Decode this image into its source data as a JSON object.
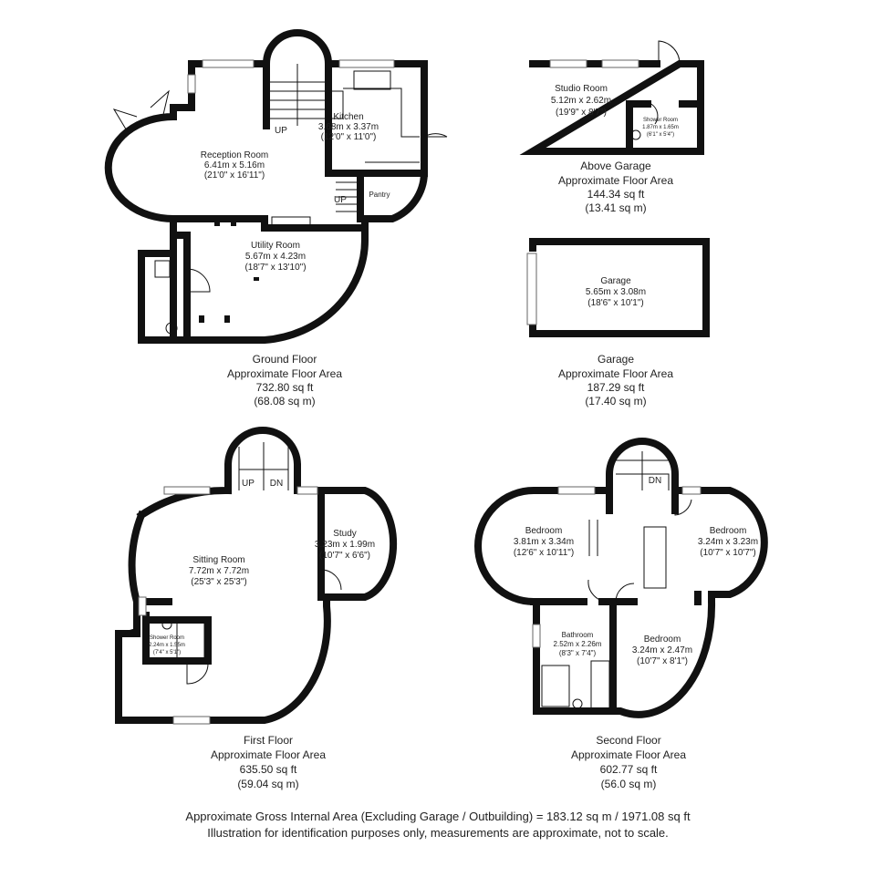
{
  "ground_floor": {
    "rooms": [
      {
        "name": "Reception Room",
        "metric": "6.41m x 5.16m",
        "imperial": "(21'0\" x 16'11\")"
      },
      {
        "name": "Kitchen",
        "metric": "3.68m x 3.37m",
        "imperial": "(12'0\" x 11'0\")"
      },
      {
        "name": "Utility Room",
        "metric": "5.67m x 4.23m",
        "imperial": "(18'7\" x 13'10\")"
      }
    ],
    "pantry": "Pantry",
    "stair_labels": [
      "UP",
      "UP"
    ],
    "caption": {
      "title": "Ground Floor",
      "subtitle": "Approximate Floor Area",
      "sqft": "732.80 sq ft",
      "sqm": "(68.08 sq m)"
    }
  },
  "above_garage": {
    "rooms": [
      {
        "name": "Studio Room",
        "metric": "5.12m x 2.62m",
        "imperial": "(19'9\" x 8'7\")"
      },
      {
        "name": "Shower Room",
        "metric": "1.87m x 1.65m",
        "imperial": "(6'1\" x 5'4\")"
      }
    ],
    "caption": {
      "title": "Above Garage",
      "subtitle": "Approximate Floor Area",
      "sqft": "144.34 sq ft",
      "sqm": "(13.41 sq m)"
    }
  },
  "garage": {
    "rooms": [
      {
        "name": "Garage",
        "metric": "5.65m x 3.08m",
        "imperial": "(18'6\" x 10'1\")"
      }
    ],
    "caption": {
      "title": "Garage",
      "subtitle": "Approximate Floor Area",
      "sqft": "187.29 sq ft",
      "sqm": "(17.40 sq m)"
    }
  },
  "first_floor": {
    "rooms": [
      {
        "name": "Sitting Room",
        "metric": "7.72m x 7.72m",
        "imperial": "(25'3\" x 25'3\")"
      },
      {
        "name": "Study",
        "metric": "3.23m x 1.99m",
        "imperial": "(10'7\" x 6'6\")"
      },
      {
        "name": "Shower Room",
        "metric": "2.24m x 1.55m",
        "imperial": "(7'4\" x 5'1\")"
      }
    ],
    "stair_labels": [
      "UP",
      "DN"
    ],
    "caption": {
      "title": "First Floor",
      "subtitle": "Approximate Floor Area",
      "sqft": "635.50 sq ft",
      "sqm": "(59.04 sq m)"
    }
  },
  "second_floor": {
    "rooms": [
      {
        "name": "Bedroom",
        "metric": "3.81m x 3.34m",
        "imperial": "(12'6\" x 10'11\")"
      },
      {
        "name": "Bedroom",
        "metric": "3.24m x 3.23m",
        "imperial": "(10'7\" x 10'7\")"
      },
      {
        "name": "Bathroom",
        "metric": "2.52m x 2.26m",
        "imperial": "(8'3\" x 7'4\")"
      },
      {
        "name": "Bedroom",
        "metric": "3.24m x 2.47m",
        "imperial": "(10'7\" x 8'1\")"
      }
    ],
    "stair_labels": [
      "DN"
    ],
    "caption": {
      "title": "Second Floor",
      "subtitle": "Approximate Floor Area",
      "sqft": "602.77 sq ft",
      "sqm": "(56.0 sq m)"
    }
  },
  "footer": {
    "line1": "Approximate Gross Internal Area (Excluding Garage / Outbuilding) = 183.12 sq m / 1971.08 sq ft",
    "line2": "Illustration for identification purposes only, measurements are approximate, not to scale."
  }
}
